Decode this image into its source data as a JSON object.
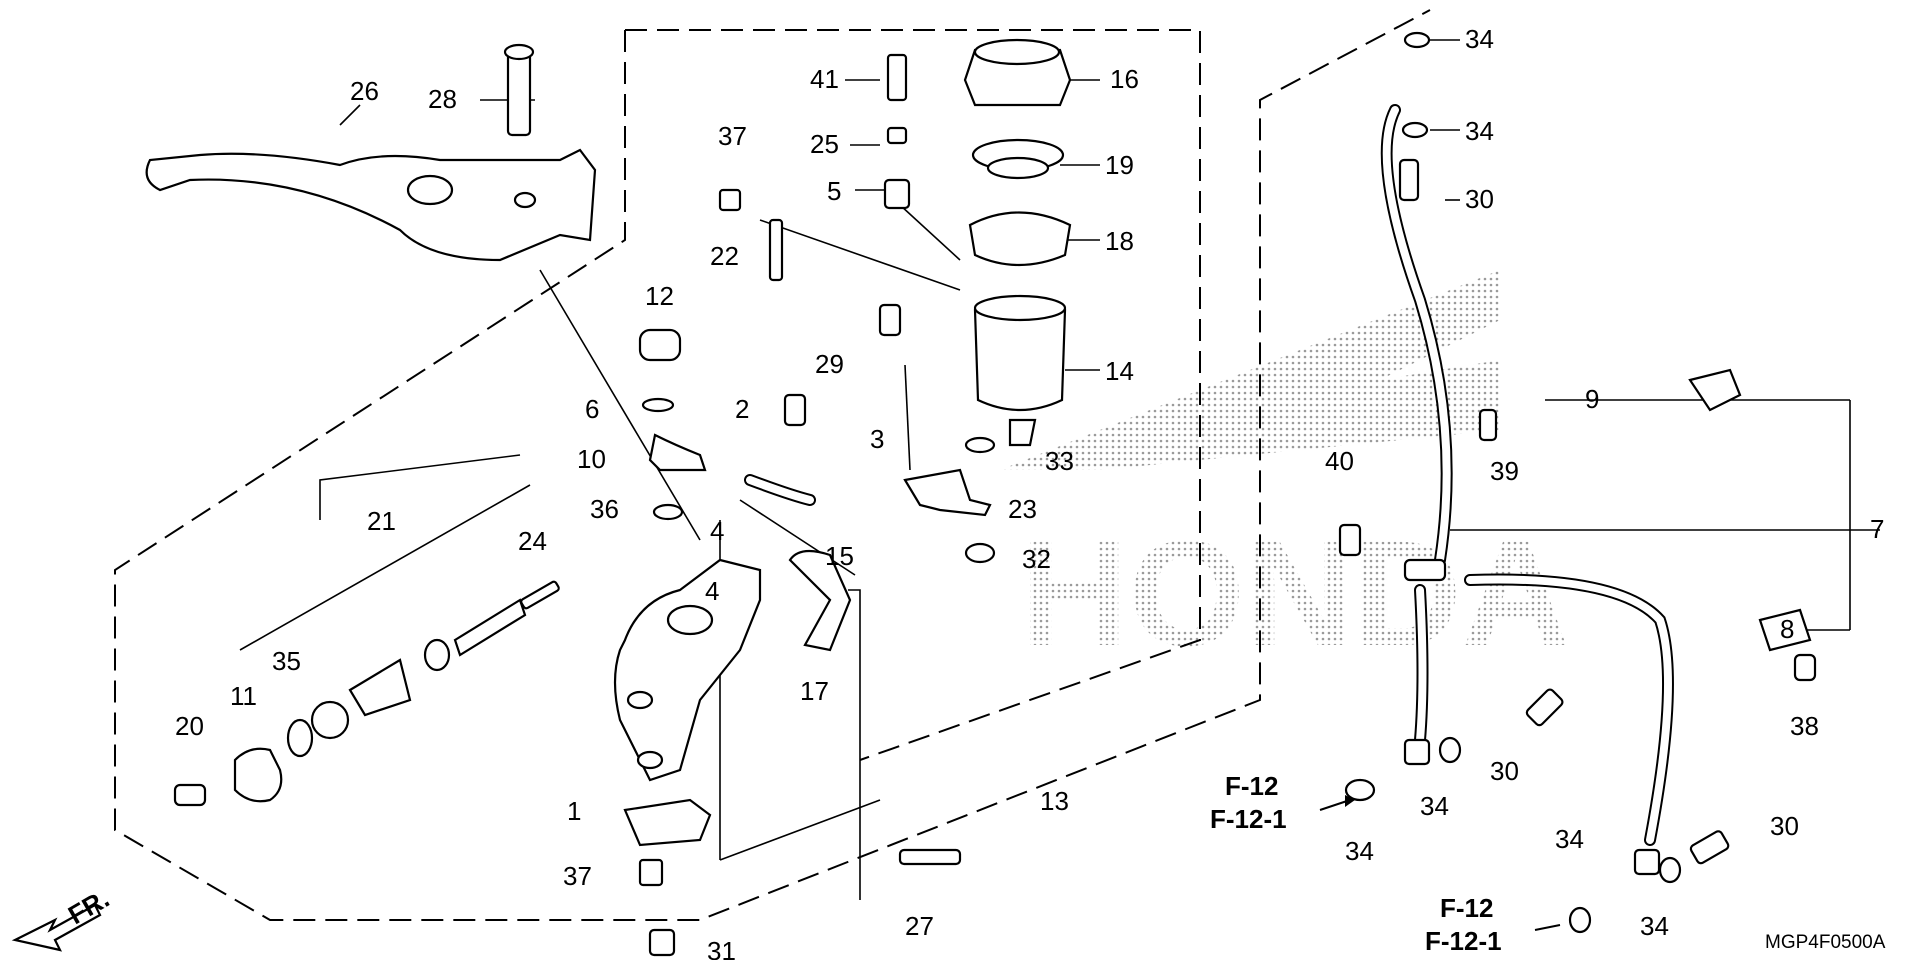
{
  "diagram": {
    "watermark": "HONDA",
    "drawing_code": "MGP4F0500A",
    "front_arrow": "FR.",
    "callouts": [
      "26",
      "28",
      "41",
      "16",
      "25",
      "19",
      "5",
      "37",
      "18",
      "22",
      "12",
      "29",
      "14",
      "2",
      "6",
      "3",
      "10",
      "33",
      "36",
      "4",
      "15",
      "23",
      "4",
      "32",
      "21",
      "24",
      "17",
      "11",
      "35",
      "20",
      "1",
      "13",
      "37",
      "27",
      "31",
      "34",
      "34",
      "30",
      "9",
      "39",
      "40",
      "7",
      "8",
      "38",
      "30",
      "34",
      "34",
      "30",
      "34",
      "34"
    ],
    "refs": [
      "F-12",
      "F-12-1",
      "F-12",
      "F-12-1"
    ]
  }
}
